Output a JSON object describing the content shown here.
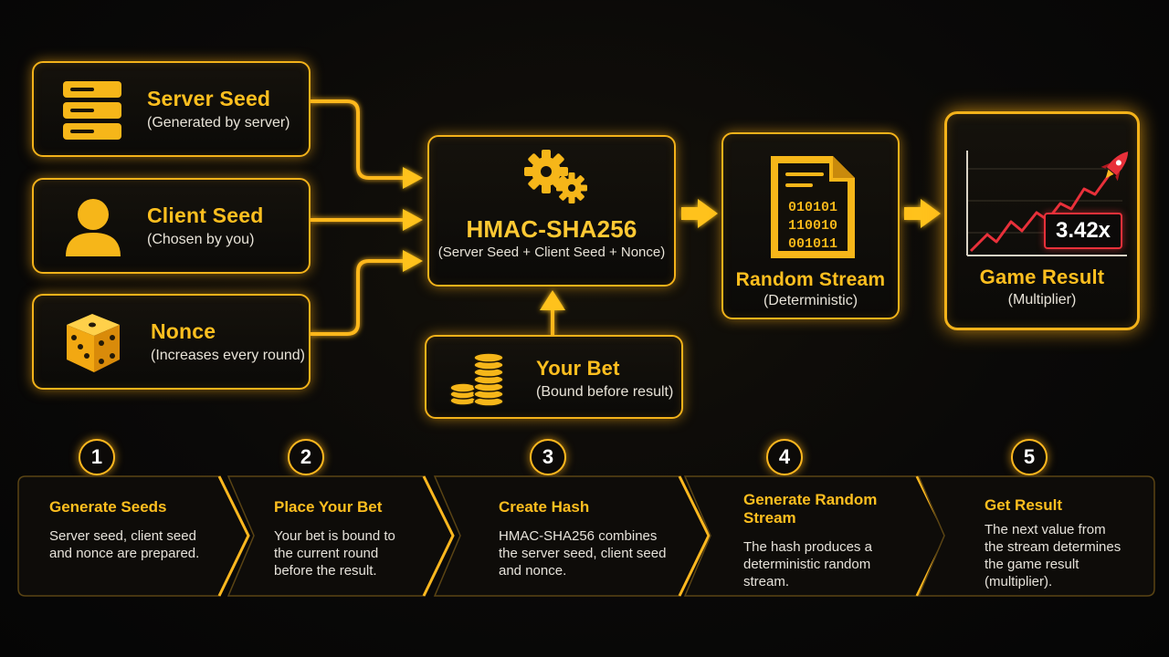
{
  "inputs": [
    {
      "title": "Server Seed",
      "subtitle": "(Generated by server)",
      "icon": "server-stack-icon"
    },
    {
      "title": "Client Seed",
      "subtitle": "(Chosen by you)",
      "icon": "user-icon"
    },
    {
      "title": "Nonce",
      "subtitle": "(Increases every round)",
      "icon": "dice-icon"
    }
  ],
  "hmac": {
    "title": "HMAC-SHA256",
    "subtitle": "(Server Seed + Client Seed + Nonce)",
    "icon": "gears-icon"
  },
  "bet": {
    "title": "Your Bet",
    "subtitle": "(Bound before result)",
    "icon": "coins-icon"
  },
  "stream": {
    "title": "Random Stream",
    "subtitle": "(Deterministic)",
    "icon": "binary-document-icon",
    "binary_lines": [
      "010101",
      "110010",
      "001011"
    ]
  },
  "result": {
    "title": "Game Result",
    "subtitle": "(Multiplier)",
    "multiplier": "3.42x",
    "icon": "rocket-icon"
  },
  "steps": [
    {
      "number": "1",
      "title_lines": [
        "Generate Seeds"
      ],
      "desc_lines": [
        "Server seed, client seed",
        "and nonce are prepared."
      ]
    },
    {
      "number": "2",
      "title_lines": [
        "Place Your Bet"
      ],
      "desc_lines": [
        "Your bet is bound to",
        "the current round",
        "before the result."
      ]
    },
    {
      "number": "3",
      "title_lines": [
        "Create Hash"
      ],
      "desc_lines": [
        "HMAC-SHA256 combines",
        "the server seed, client seed",
        "and nonce."
      ]
    },
    {
      "number": "4",
      "title_lines": [
        "Generate Random",
        "Stream"
      ],
      "desc_lines": [
        "The hash produces a",
        "deterministic random",
        "stream."
      ]
    },
    {
      "number": "5",
      "title_lines": [
        "Get Result"
      ],
      "desc_lines": [
        "The next value from",
        "the stream determines",
        "the game result",
        "(multiplier)."
      ]
    }
  ],
  "colors": {
    "accent": "#f3b21a",
    "highlight": "#ffc933",
    "alert": "#e8303a",
    "background": "#0a0908"
  }
}
